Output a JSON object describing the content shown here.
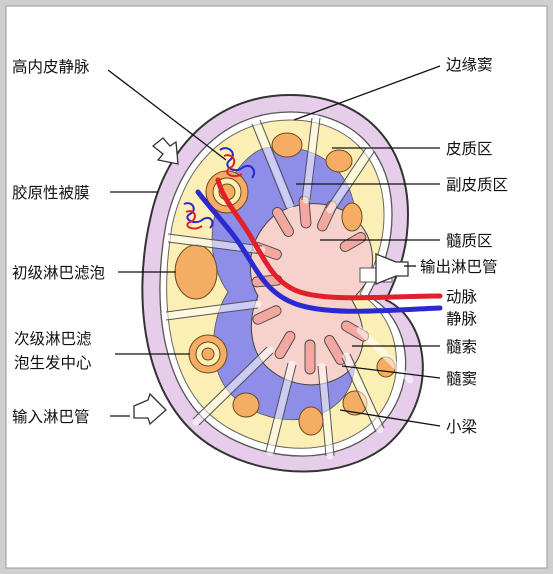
{
  "labels": {
    "hev": "高内皮静脉",
    "marginal_sinus": "边缘窦",
    "cortex": "皮质区",
    "paracortex": "副皮质区",
    "capsule": "胶原性被膜",
    "medulla": "髓质区",
    "efferent": "输出淋巴管",
    "primary_follicle": "初级淋巴滤泡",
    "artery": "动脉",
    "vein": "静脉",
    "secondary_line1": "次级淋巴滤",
    "secondary_line2": "泡生发中心",
    "medullary_cord": "髓索",
    "medullary_sinus": "髓窦",
    "afferent": "输入淋巴管",
    "trabecula": "小梁"
  },
  "colors": {
    "capsule": "#e6cdea",
    "sinus": "#eadcf0",
    "cortex": "#fbefb6",
    "follicle": "#f5ad63",
    "paracortex": "#8e8ee8",
    "medulla": "#f7d2cc",
    "cord": "#f2a7a0",
    "artery": "#e0202a",
    "vein": "#2a2ad0",
    "background": "#cfcfcf"
  }
}
